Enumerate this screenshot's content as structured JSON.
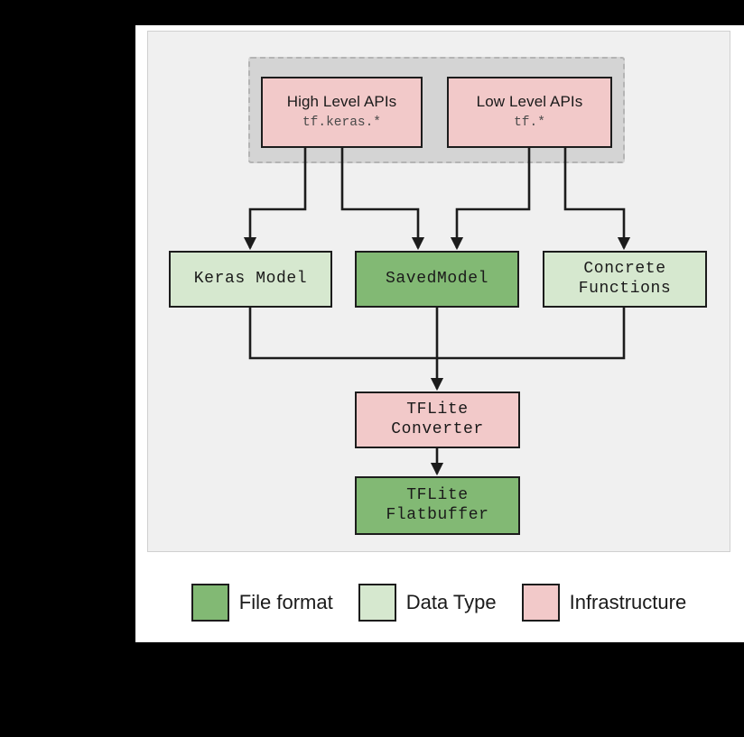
{
  "figure": {
    "background_color": "#000000",
    "card_color": "#ffffff",
    "panel_color": "#f0f0f0",
    "group_color": "#d4d4d4"
  },
  "palette": {
    "file_format": "#82b974",
    "data_type": "#d6e8cf",
    "infrastructure": "#f2c9c9",
    "outline": "#1c1c1c"
  },
  "api_group": {
    "boxes": [
      {
        "title": "High Level APIs",
        "subtitle": "tf.keras.*",
        "kind": "infrastructure"
      },
      {
        "title": "Low Level APIs",
        "subtitle": "tf.*",
        "kind": "infrastructure"
      }
    ]
  },
  "models": [
    {
      "label": "Keras Model",
      "kind": "data_type"
    },
    {
      "label": "SavedModel",
      "kind": "file_format"
    },
    {
      "label": "Concrete\nFunctions",
      "kind": "data_type"
    }
  ],
  "pipeline": [
    {
      "label": "TFLite\nConverter",
      "kind": "infrastructure"
    },
    {
      "label": "TFLite\nFlatbuffer",
      "kind": "file_format"
    }
  ],
  "legend": {
    "items": [
      {
        "label": "File format",
        "color": "#82b974"
      },
      {
        "label": "Data Type",
        "color": "#d6e8cf"
      },
      {
        "label": "Infrastructure",
        "color": "#f2c9c9"
      }
    ]
  }
}
